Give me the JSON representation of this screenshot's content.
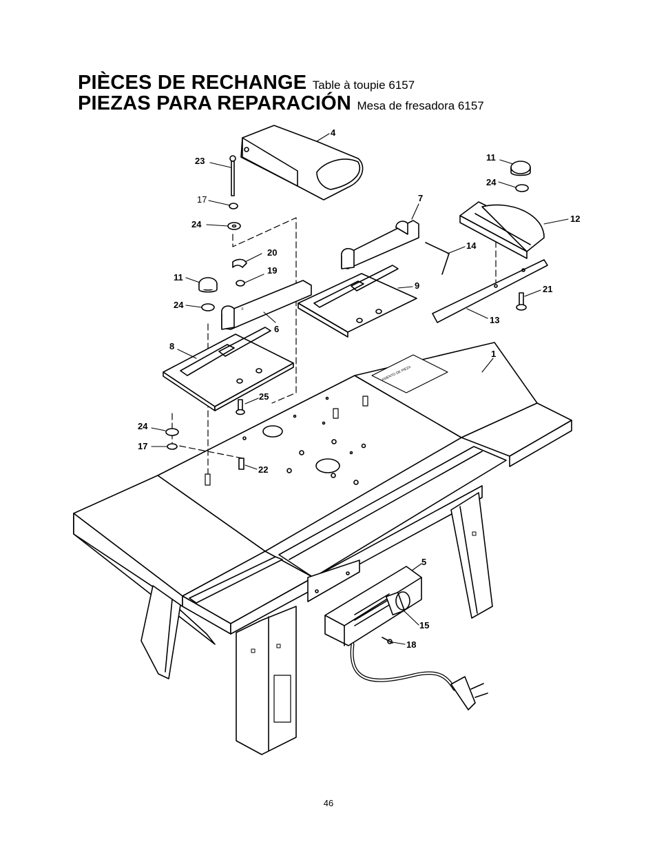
{
  "title": {
    "line1_main": "PIÈCES DE RECHANGE",
    "line1_sub": "Table à toupie 6157",
    "line2_main": "PIEZAS PARA REPARACIÓN",
    "line2_sub": "Mesa de fresadora 6157"
  },
  "callouts": [
    "4",
    "23",
    "17",
    "24",
    "7",
    "11",
    "24",
    "12",
    "14",
    "20",
    "19",
    "11",
    "9",
    "24",
    "21",
    "6",
    "13",
    "8",
    "1",
    "25",
    "24",
    "17",
    "22",
    "5",
    "15",
    "18"
  ],
  "page_number": "46"
}
